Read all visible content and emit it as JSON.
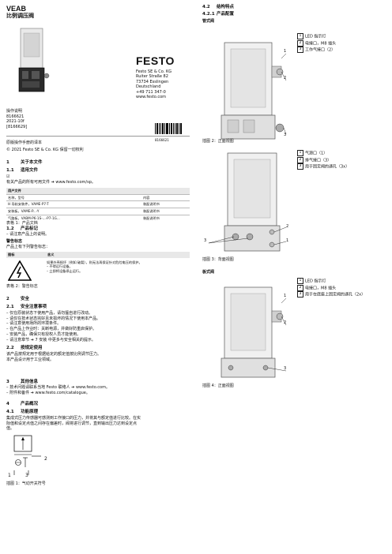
{
  "header": {
    "title": "VEAB",
    "subtitle": "比例调压阀"
  },
  "company": {
    "logo": "FESTO",
    "address": [
      "Festo SE & Co. KG",
      "Ruiter Straße 82",
      "73734 Esslingen",
      "Deutschland",
      "+49 711 347-0",
      "www.festo.com"
    ]
  },
  "meta": {
    "manual": "操作说明",
    "number": "8166621",
    "version": "2021-10f",
    "code": "[8166629]",
    "barcode_number": "8166621"
  },
  "intro": {
    "line1": "原版操作手册的译本",
    "line2": "© 2021 Festo SE & Co. KG 保留一切权利"
  },
  "s1": {
    "num": "1",
    "title": "关于本文件"
  },
  "s11": {
    "num": "1.1",
    "title": "适用文件",
    "line": "有关产品的所有可用文件 ➔ www.festo.com/sp。"
  },
  "table1": {
    "header": "用户文件",
    "cols": [
      "名称，型号",
      "内容"
    ],
    "rows": [
      [
        "H 导轨安装件，VAME-P7-T",
        "装配说明书"
      ],
      [
        "安装板，VAME-P...-Y",
        "装配说明书"
      ],
      [
        "气路板，VABM-P6-1S-...-P7-1G...",
        "装配说明书"
      ]
    ],
    "caption": "表格 1：产品文档"
  },
  "s12": {
    "num": "1.2",
    "title": "产品标记",
    "line": "– 请注意产品上的说明。"
  },
  "warnings": {
    "title": "警告标志",
    "line": "产品上有下列警告标志：",
    "cols": [
      "图标",
      "含义"
    ],
    "text1": "如果外壳损坏（例如 破裂），则无法再保证针对危险电压的保护。",
    "text2": "– 不得运行设备。",
    "text3": "– 立即将设备停止运行。",
    "caption": "表格 2：警告标志"
  },
  "s2": {
    "num": "2",
    "title": "安全"
  },
  "s21": {
    "num": "2.1",
    "title": "安全注意事项",
    "items": [
      "– 仅在原装状态下使用产品，请勿擅自进行改动。",
      "– 请仅在技术状态完好且未损坏的情况下使用本产品。",
      "– 请注意使用场所的环境条件。",
      "– 在产品上作业时：关断电源，并做好防重启保护。",
      "– 安装产品，确保只有授权人员才能使用。",
      "– 请注意章节 ➔ 7 安装 中更多与安全相关的提示。"
    ]
  },
  "s22": {
    "num": "2.2",
    "title": "按规定使用",
    "lines": [
      "该产品按规定用于根据给定的额定值按比例调节压力。",
      "本产品设计用于工业领域。"
    ]
  },
  "s3": {
    "num": "3",
    "title": "其他信息",
    "lines": [
      "– 技术问题请联系当地 Festo 联络人 ➔ www.festo.com。",
      "– 附件和备件 ➔ www.festo.com/catalogue。"
    ]
  },
  "s4": {
    "num": "4",
    "title": "产品概况"
  },
  "s41": {
    "num": "4.1",
    "title": "功能原理",
    "lines": [
      "集成式压力传感器可感测到工作接口的压力，并将其与额定值进行比较。在实",
      "际值和设定点值之间存在偏差时，阀将进行调节，直到输出压力达到设定点",
      "值。"
    ]
  },
  "fig1": {
    "port1": "1",
    "port3": "3",
    "port2": "2",
    "caption": "插图 1：气动开关符号"
  },
  "r": {
    "s42": {
      "num": "4.2",
      "title": "结构特点"
    },
    "s421": {
      "num": "4.2.1",
      "title": "产品配置"
    },
    "tube": "管式阀",
    "legend2": [
      {
        "n": "1",
        "t": "LED 指示灯"
      },
      {
        "n": "2",
        "t": "电接口，M8 插头"
      },
      {
        "n": "3",
        "t": "工作气接口（2）"
      }
    ],
    "fig2_caption": "插图 2：正面视图",
    "legend3": [
      {
        "n": "1",
        "t": "气源口（1）"
      },
      {
        "n": "2",
        "t": "排气接口（3）"
      },
      {
        "n": "3",
        "t": "用于固定阀的通孔（3x）"
      }
    ],
    "fig3_caption": "插图 3：背面视图",
    "plate": "板式阀",
    "legend4": [
      {
        "n": "1",
        "t": "LED 指示灯"
      },
      {
        "n": "2",
        "t": "电接口，M8 插头"
      },
      {
        "n": "3",
        "t": "用于在底座上固定阀的通孔（2x）"
      }
    ],
    "fig4_caption": "插图 4：正面视图",
    "callouts": [
      "1",
      "2",
      "3"
    ]
  }
}
